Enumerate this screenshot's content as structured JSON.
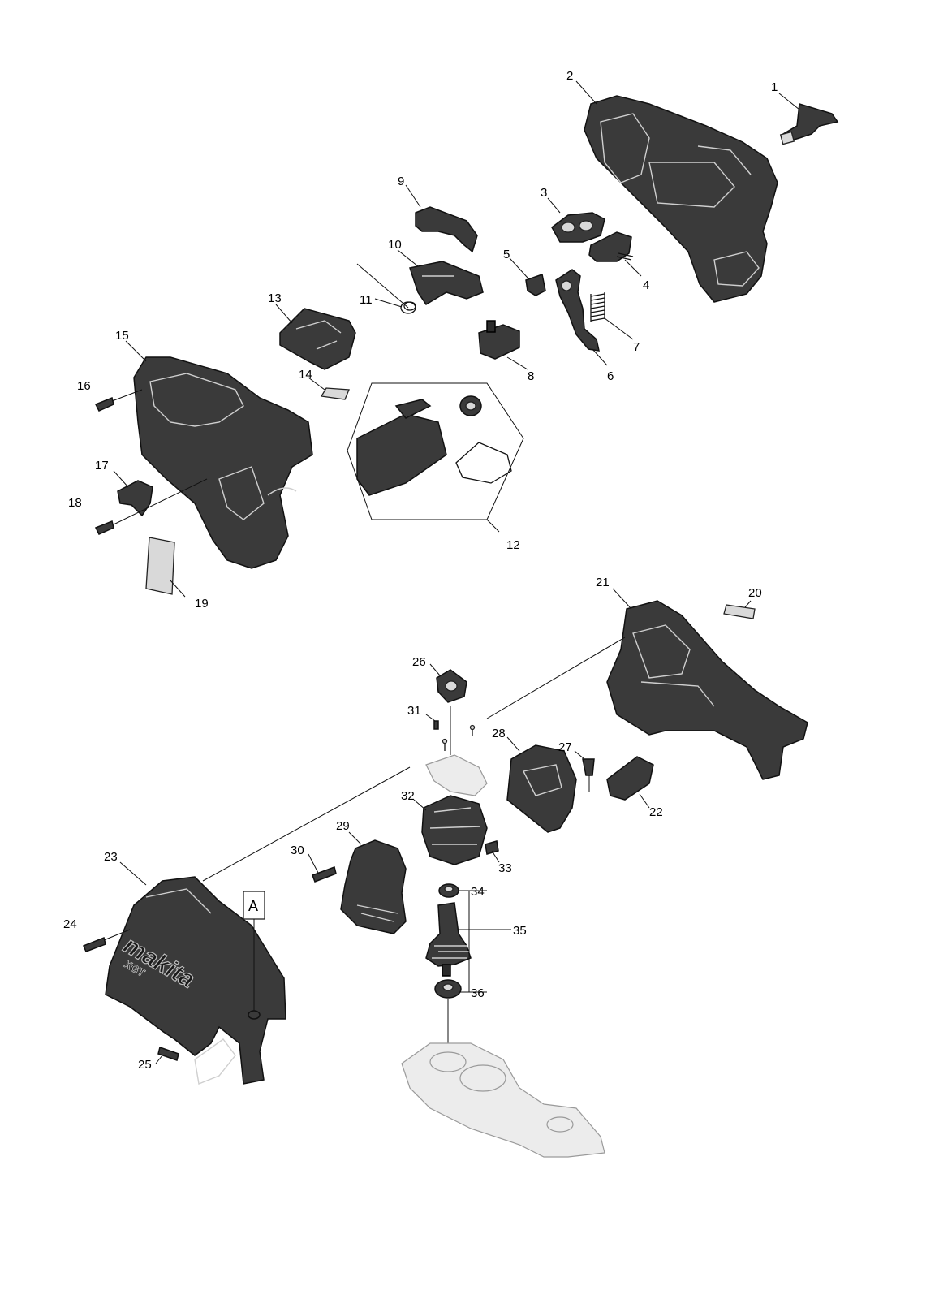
{
  "parts": [
    {
      "label": "1"
    },
    {
      "label": "2"
    },
    {
      "label": "3"
    },
    {
      "label": "4"
    },
    {
      "label": "5"
    },
    {
      "label": "6"
    },
    {
      "label": "7"
    },
    {
      "label": "8"
    },
    {
      "label": "9"
    },
    {
      "label": "10"
    },
    {
      "label": "11"
    },
    {
      "label": "12"
    },
    {
      "label": "13"
    },
    {
      "label": "14"
    },
    {
      "label": "15"
    },
    {
      "label": "16"
    },
    {
      "label": "17"
    },
    {
      "label": "18"
    },
    {
      "label": "19"
    },
    {
      "label": "20"
    },
    {
      "label": "21"
    },
    {
      "label": "22"
    },
    {
      "label": "23"
    },
    {
      "label": "24"
    },
    {
      "label": "25"
    },
    {
      "label": "26"
    },
    {
      "label": "27"
    },
    {
      "label": "28"
    },
    {
      "label": "29"
    },
    {
      "label": "30"
    },
    {
      "label": "31"
    },
    {
      "label": "32"
    },
    {
      "label": "33"
    },
    {
      "label": "34"
    },
    {
      "label": "35"
    },
    {
      "label": "36"
    }
  ],
  "reference_marker": "A",
  "logo": {
    "brand": "makita",
    "series": "XGT"
  }
}
